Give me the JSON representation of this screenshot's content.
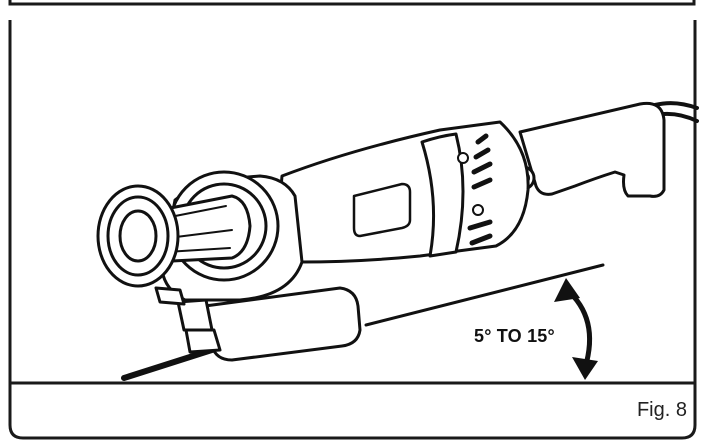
{
  "figure": {
    "label": "Fig. 8"
  },
  "annotation": {
    "angle_text": "5° TO 15°"
  },
  "colors": {
    "ink": "#111111",
    "background": "#ffffff",
    "panel_border": "#1a1a1a"
  },
  "illustration": {
    "subject": "angle-grinder",
    "icons": [
      "angle-grinder-illustration",
      "double-headed-arrow-icon"
    ]
  }
}
